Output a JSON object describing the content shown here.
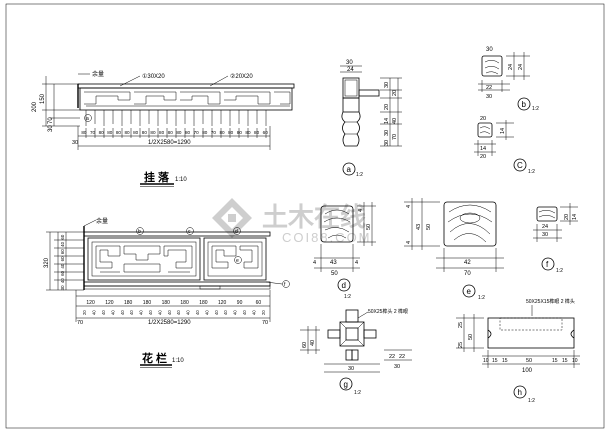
{
  "watermark": {
    "brand": "土木在线",
    "domain": "COI88.COM"
  },
  "panels": {
    "hanging_fascia": {
      "title": "挂落",
      "scale": "1:10",
      "corner_note": "余量",
      "callout_1": "①30X20",
      "callout_2": "②20X20",
      "marker": "a",
      "dim_total": "1/2X2580=1290",
      "dim_left": "30",
      "dims_vertical": [
        "200",
        "150",
        "70",
        "30"
      ],
      "dims_spacing": [
        "80",
        "70",
        "80",
        "80",
        "80",
        "80",
        "80",
        "80",
        "80",
        "80",
        "80",
        "80",
        "80",
        "70",
        "80",
        "70",
        "80",
        "80",
        "80",
        "80",
        "80",
        "60"
      ]
    },
    "flower_rail": {
      "title": "花 栏",
      "scale": "1:10",
      "corner_note": "余量",
      "markers": [
        "b",
        "c",
        "d",
        "e",
        "f"
      ],
      "dim_total": "1/2X2580=1290",
      "dim_left": "70",
      "dim_right": "70",
      "dims_vertical": [
        "320",
        "60",
        "40",
        "60",
        "60",
        "40",
        "60",
        "40",
        "30"
      ],
      "dims_row1": [
        "120",
        "120",
        "180",
        "180",
        "180",
        "180",
        "180",
        "120",
        "90",
        "60"
      ],
      "dims_row2": [
        "20",
        "40",
        "40",
        "40",
        "40",
        "40",
        "40",
        "40",
        "40",
        "40",
        "40",
        "40",
        "40",
        "40",
        "40",
        "40",
        "40",
        "40",
        "40",
        "20"
      ]
    },
    "detail_a": {
      "marker": "a",
      "scale": "1:2",
      "dims": [
        "30",
        "24",
        "30",
        "20",
        "20",
        "40",
        "14",
        "30",
        "30",
        "70"
      ]
    },
    "detail_b": {
      "marker": "b",
      "scale": "1:2",
      "dims": [
        "30",
        "24",
        "22",
        "24",
        "30"
      ]
    },
    "detail_c": {
      "marker": "C",
      "scale": "1:2",
      "dims": [
        "20",
        "14",
        "14",
        "20"
      ]
    },
    "detail_d": {
      "marker": "d",
      "scale": "1:2",
      "dims": [
        "43",
        "4",
        "4",
        "50",
        "4",
        "50"
      ]
    },
    "detail_e": {
      "marker": "e",
      "scale": "1:2",
      "dims": [
        "43",
        "4",
        "4",
        "50",
        "42",
        "70"
      ]
    },
    "detail_f": {
      "marker": "f",
      "scale": "1:2",
      "dims": [
        "24",
        "30",
        "20",
        "14"
      ]
    },
    "detail_g": {
      "marker": "g",
      "scale": "1:2",
      "note": "50X25榫头 2 榫眼",
      "dims": [
        "60",
        "40",
        "22",
        "22",
        "30",
        "30"
      ]
    },
    "detail_h": {
      "marker": "h",
      "scale": "1:2",
      "note": "50X25X15榫眼 2 榫头",
      "dims": [
        "25",
        "50",
        "25",
        "10",
        "15",
        "15",
        "50",
        "15",
        "15",
        "10",
        "100"
      ]
    }
  }
}
